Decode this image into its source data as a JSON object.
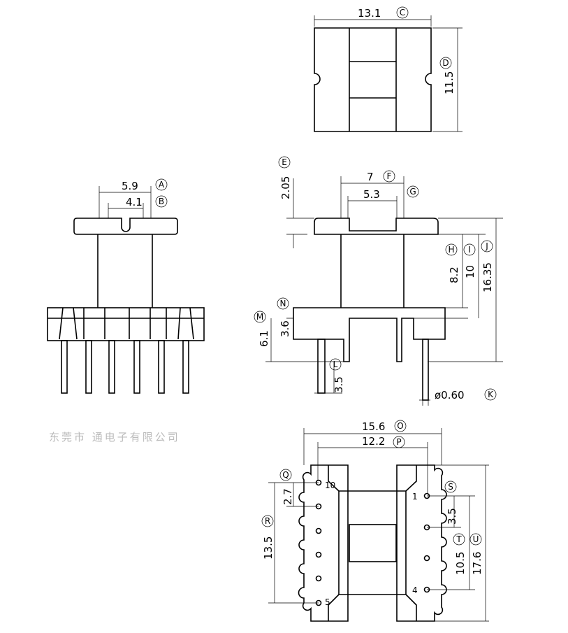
{
  "watermark": "东莞市 通电子有限公司",
  "dims": {
    "A": {
      "value": "5.9",
      "letter": "A"
    },
    "B": {
      "value": "4.1",
      "letter": "B"
    },
    "C": {
      "value": "13.1",
      "letter": "C"
    },
    "D": {
      "value": "11.5",
      "letter": "D"
    },
    "E": {
      "value": "2.05",
      "letter": "E"
    },
    "F": {
      "value": "7",
      "letter": "F"
    },
    "G": {
      "value": "5.3",
      "letter": "G"
    },
    "H": {
      "value": "8.2",
      "letter": "H"
    },
    "I": {
      "value": "10",
      "letter": "I"
    },
    "J": {
      "value": "16.35",
      "letter": "J"
    },
    "K": {
      "value": "ø0.60",
      "letter": "K"
    },
    "L": {
      "value": "3.5",
      "letter": "L"
    },
    "M": {
      "value": "6.1",
      "letter": "M"
    },
    "N": {
      "value": "3.6",
      "letter": "N"
    },
    "O": {
      "value": "15.6",
      "letter": "O"
    },
    "P": {
      "value": "12.2",
      "letter": "P"
    },
    "Q": {
      "value": "2.7",
      "letter": "Q"
    },
    "R": {
      "value": "13.5",
      "letter": "R"
    },
    "S": {
      "value": "3.5",
      "letter": "S"
    },
    "T": {
      "value": "10.5",
      "letter": "T"
    },
    "U": {
      "value": "17.6",
      "letter": "U"
    }
  },
  "pins": {
    "p10": "10",
    "p5": "5",
    "p1": "1",
    "p4": "4"
  }
}
